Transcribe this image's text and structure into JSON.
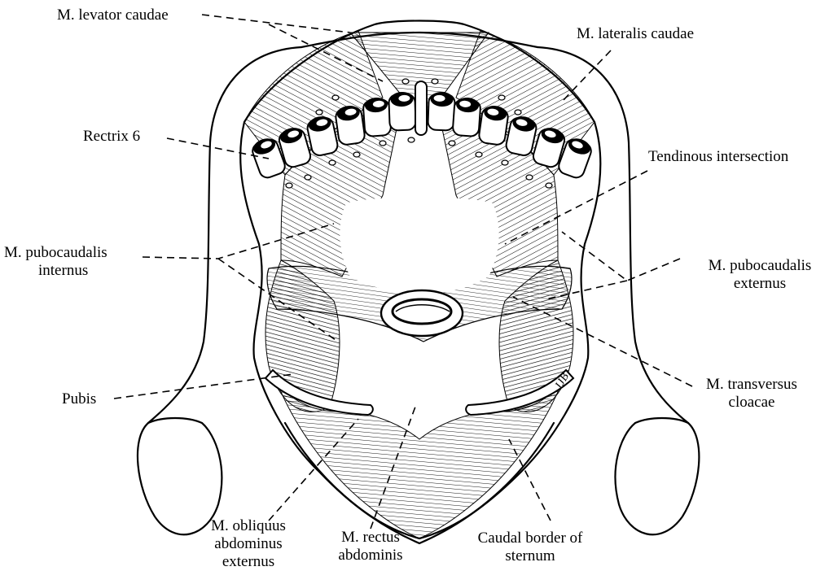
{
  "labels": {
    "levator_caudae": "M. levator caudae",
    "lateralis_caudae": "M. lateralis caudae",
    "rectrix_6": "Rectrix 6",
    "tendinous_intersection": "Tendinous intersection",
    "pubocaudalis_internus": [
      "M. pubocaudalis",
      "internus"
    ],
    "pubocaudalis_externus": [
      "M. pubocaudalis",
      "externus"
    ],
    "transversus_cloacae": [
      "M. transversus",
      "cloacae"
    ],
    "pubis": "Pubis",
    "obliquus": [
      "M. obliquus",
      "abdominus",
      "externus"
    ],
    "rectus": [
      "M. rectus",
      "abdominis"
    ],
    "caudal_border": [
      "Caudal border of",
      "sternum"
    ]
  },
  "signature": "JJB"
}
